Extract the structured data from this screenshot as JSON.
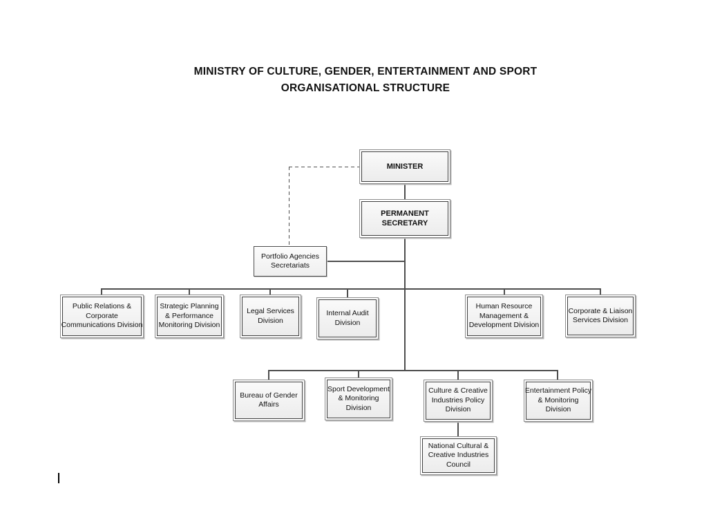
{
  "title": {
    "line1": "MINISTRY OF CULTURE, GENDER, ENTERTAINMENT AND SPORT",
    "line2": "ORGANISATIONAL STRUCTURE"
  },
  "nodes": {
    "minister": {
      "label": "MINISTER"
    },
    "permanent_secretary": {
      "label": "PERMANENT\nSECRETARY"
    },
    "portfolio_agencies": {
      "label": "Portfolio Agencies\nSecretariats"
    },
    "public_relations": {
      "label": "Public Relations &\nCorporate\nCommunications Division"
    },
    "strategic_planning": {
      "label": "Strategic Planning\n& Performance\nMonitoring Division"
    },
    "legal_services": {
      "label": "Legal Services\nDivision"
    },
    "internal_audit": {
      "label": "Internal Audit\nDivision"
    },
    "human_resource": {
      "label": "Human Resource\nManagement &\nDevelopment Division"
    },
    "corporate_liaison": {
      "label": "Corporate & Liaison\nServices Division"
    },
    "bureau_gender": {
      "label": "Bureau of Gender\nAffairs"
    },
    "sport_development": {
      "label": "Sport Development\n& Monitoring\nDivision"
    },
    "culture_creative": {
      "label": "Culture & Creative\nIndustries Policy\nDivision"
    },
    "entertainment_policy": {
      "label": "Entertainment Policy\n& Monitoring\nDivision"
    },
    "national_council": {
      "label": "National Cultural &\nCreative Industries\nCouncil"
    }
  },
  "edges": [
    {
      "from": "minister",
      "to": "permanent_secretary",
      "style": "solid"
    },
    {
      "from": "minister",
      "to": "portfolio_agencies",
      "style": "dashed"
    },
    {
      "from": "permanent_secretary",
      "to": "portfolio_agencies",
      "style": "solid"
    },
    {
      "from": "permanent_secretary",
      "to": "public_relations",
      "style": "solid"
    },
    {
      "from": "permanent_secretary",
      "to": "strategic_planning",
      "style": "solid"
    },
    {
      "from": "permanent_secretary",
      "to": "legal_services",
      "style": "solid"
    },
    {
      "from": "permanent_secretary",
      "to": "internal_audit",
      "style": "solid"
    },
    {
      "from": "permanent_secretary",
      "to": "human_resource",
      "style": "solid"
    },
    {
      "from": "permanent_secretary",
      "to": "corporate_liaison",
      "style": "solid"
    },
    {
      "from": "permanent_secretary",
      "to": "bureau_gender",
      "style": "solid"
    },
    {
      "from": "permanent_secretary",
      "to": "sport_development",
      "style": "solid"
    },
    {
      "from": "permanent_secretary",
      "to": "culture_creative",
      "style": "solid"
    },
    {
      "from": "permanent_secretary",
      "to": "entertainment_policy",
      "style": "solid"
    },
    {
      "from": "culture_creative",
      "to": "national_council",
      "style": "solid"
    }
  ],
  "colors": {
    "page_background": "#ffffff",
    "box_fill": "#efefef",
    "box_border_outer": "#8c8c8c",
    "box_border_inner": "#3d3d3d",
    "connector": "#4d4d4d",
    "text": "#111111"
  }
}
